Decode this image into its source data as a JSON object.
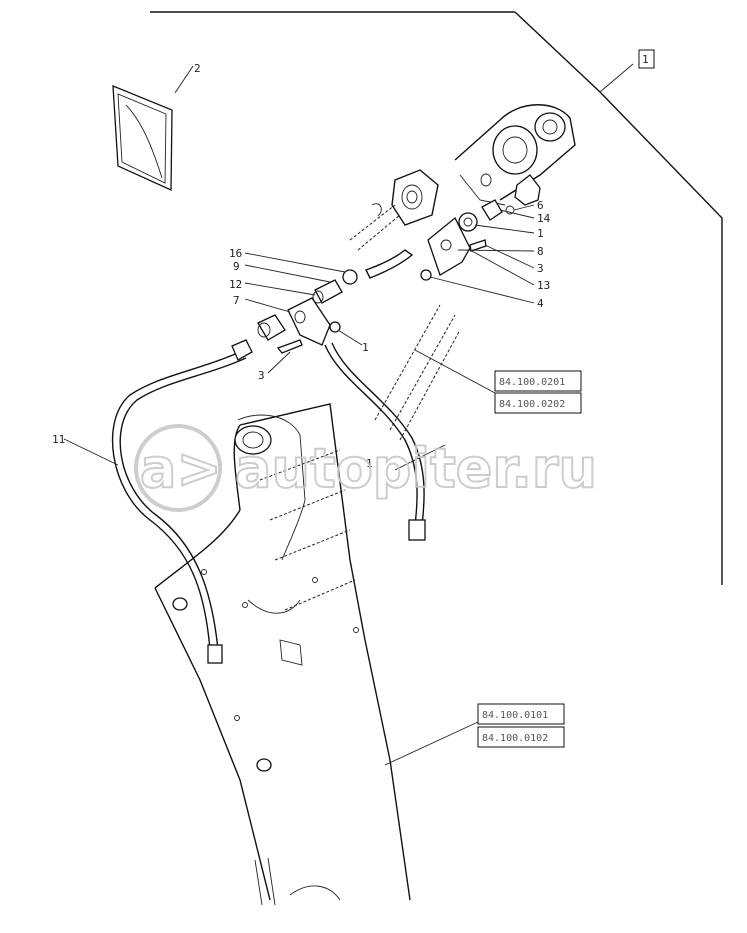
{
  "part_labels": {
    "p2": "2",
    "p16": "16",
    "p9": "9",
    "p12": "12",
    "p7": "7",
    "p3a": "3",
    "p1a": "1",
    "p6": "6",
    "p14": "14",
    "p1b": "1",
    "p8": "8",
    "p3b": "3",
    "p13": "13",
    "p4": "4",
    "p11": "11",
    "p1c": "1"
  },
  "references": {
    "upper_a": "84.100.0201",
    "upper_b": "84.100.0202",
    "lower_a": "84.100.0101",
    "lower_b": "84.100.0102"
  },
  "watermark": {
    "logo": "a>",
    "text": "autopiter.ru"
  },
  "assembly_box": "1"
}
